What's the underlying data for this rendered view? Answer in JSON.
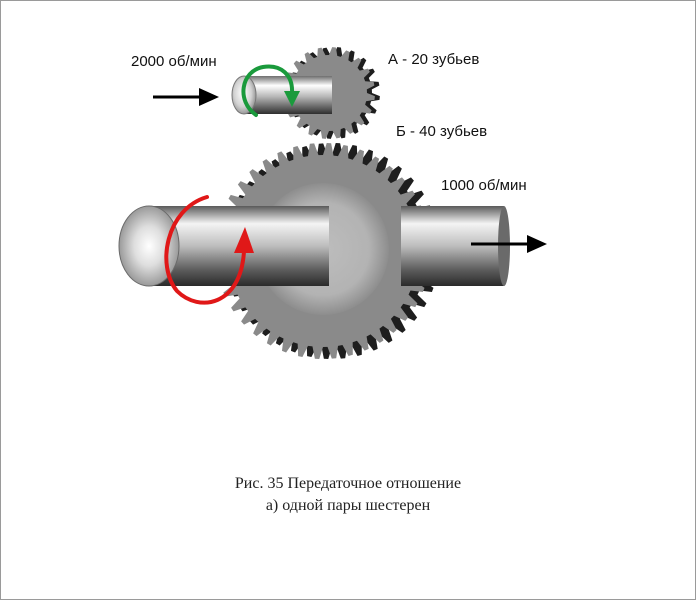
{
  "labels": {
    "input_speed": "2000 об/мин",
    "gear_a": "А - 20 зубьев",
    "gear_b": "Б - 40 зубьев",
    "output_speed": "1000 об/мин"
  },
  "caption": {
    "line1": "Рис. 35 Передаточное отношение",
    "line2": "а) одной пары шестерен"
  },
  "gears": {
    "small": {
      "teeth": 20
    },
    "large": {
      "teeth": 40
    }
  },
  "colors": {
    "input_rotation_arrow": "#1a9a3c",
    "output_rotation_arrow": "#e01818",
    "direction_arrow": "#000000",
    "gear_face": "#8a8a8a",
    "gear_teeth_shadow": "#1e1e1e"
  }
}
